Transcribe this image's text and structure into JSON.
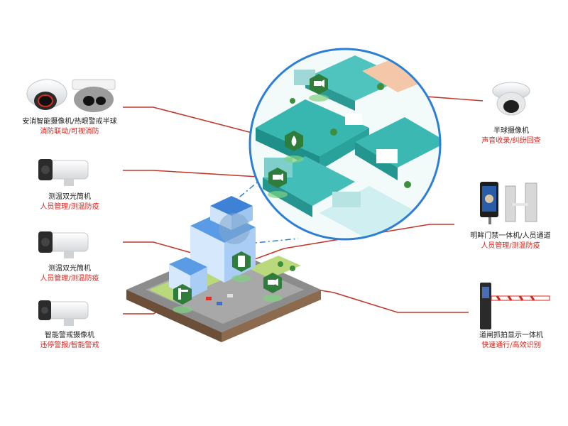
{
  "colors": {
    "line": "#c0392b",
    "circle_border": "#2d7fd6",
    "accent_red": "#d7261e",
    "teal": "#22a7a5",
    "marker_green": "#2f7d3a",
    "road": "#6e6e6e",
    "ground": "#8b6a4d"
  },
  "devices": [
    {
      "name": "安消智能摄像机/热眼警戒半球",
      "tag": "消防联动/可视消防",
      "icon": "dome-camera-pair-icon"
    },
    {
      "name": "测温双光筒机",
      "tag": "人员管理/测温防疫",
      "icon": "bullet-camera-icon"
    },
    {
      "name": "测温双光筒机",
      "tag": "人员管理/测温防疫",
      "icon": "bullet-camera-icon"
    },
    {
      "name": "智能警戒摄像机",
      "tag": "违停警报/智能警戒",
      "icon": "bullet-camera-icon"
    },
    {
      "name": "半球摄像机",
      "tag": "声音收录/纠纷回查",
      "icon": "dome-camera-icon"
    },
    {
      "name": "明眸门禁一体机/人员通道",
      "tag": "人员管理/测温防疫",
      "icon": "access-gate-icon"
    },
    {
      "name": "道闸抓拍显示一体机",
      "tag": "快速通行/高效识别",
      "icon": "barrier-gate-icon"
    }
  ]
}
